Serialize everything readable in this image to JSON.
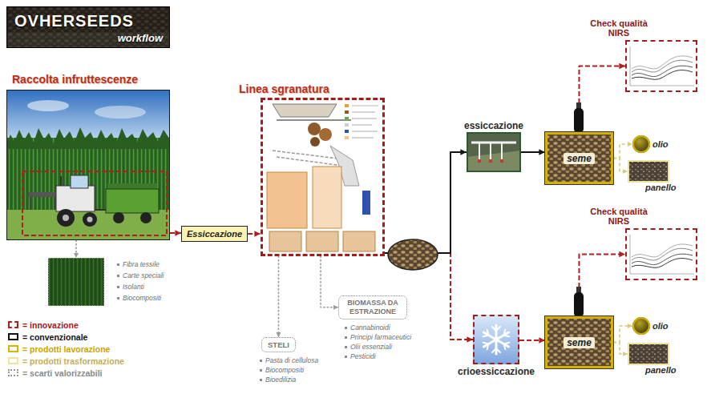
{
  "diagram": {
    "nodes": [
      {
        "text": [
          "OVHERSEEDS",
          "workflow"
        ]
      },
      {
        "text": [
          "Raccolta infruttescenze"
        ]
      },
      {
        "text": [
          "Essiccazione"
        ]
      },
      {
        "text": [
          "Linea sgranatura"
        ]
      },
      {
        "text": [
          "essiccazione"
        ]
      },
      {
        "text": [
          "Check qualità NIRS"
        ]
      },
      {
        "text": [
          "seme"
        ]
      },
      {
        "text": [
          "olio"
        ]
      },
      {
        "text": [
          "panello"
        ]
      },
      {
        "text": [
          "Fibra tessile",
          "Carte speciali",
          "Isolanti",
          "Biocompositi"
        ]
      },
      {
        "text": [
          "Check qualità NIRS"
        ]
      },
      {
        "text": [
          "seme"
        ]
      },
      {
        "text": [
          "olio"
        ]
      },
      {
        "text": [
          "panello"
        ]
      },
      {
        "text": [
          "BIOMASSA DA ESTRAZIONE",
          "Cannabinoidi",
          "Principi farmaceutici",
          "Olii essenziali",
          "Pesticidi"
        ]
      },
      {
        "text": [
          "STELI",
          "Pasta di cellulosa",
          "Biocompositi",
          "Bioedilizia"
        ]
      },
      {
        "text": [
          "crioessiccazione"
        ]
      }
    ],
    "edges": [
      {
        "from": 1,
        "to": 2,
        "arrow": "to"
      },
      {
        "from": 2,
        "to": 3,
        "arrow": "to"
      },
      {
        "from": 3,
        "to": 4,
        "arrow": "to"
      },
      {
        "from": 3,
        "to": 16,
        "arrow": "to"
      },
      {
        "from": 4,
        "to": 6,
        "arrow": "to"
      },
      {
        "from": 16,
        "to": 11,
        "arrow": "to"
      },
      {
        "from": 6,
        "to": 5,
        "arrow": "to"
      },
      {
        "from": 6,
        "to": 7,
        "arrow": "to"
      },
      {
        "from": 6,
        "to": 8,
        "arrow": "to"
      },
      {
        "from": 11,
        "to": 10,
        "arrow": "to"
      },
      {
        "from": 11,
        "to": 12,
        "arrow": "to"
      },
      {
        "from": 11,
        "to": 13,
        "arrow": "to"
      },
      {
        "from": 1,
        "to": 9,
        "arrow": "to"
      },
      {
        "from": 3,
        "to": 15,
        "arrow": "to"
      },
      {
        "from": 3,
        "to": 14,
        "arrow": "to"
      }
    ],
    "legend": [
      {
        "text": "= innovazione"
      },
      {
        "text": "= convenzionale"
      },
      {
        "text": "= prodotti lavorazione"
      },
      {
        "text": "= prodotti trasformazione"
      },
      {
        "text": "= scarti valorizzabili"
      }
    ]
  }
}
